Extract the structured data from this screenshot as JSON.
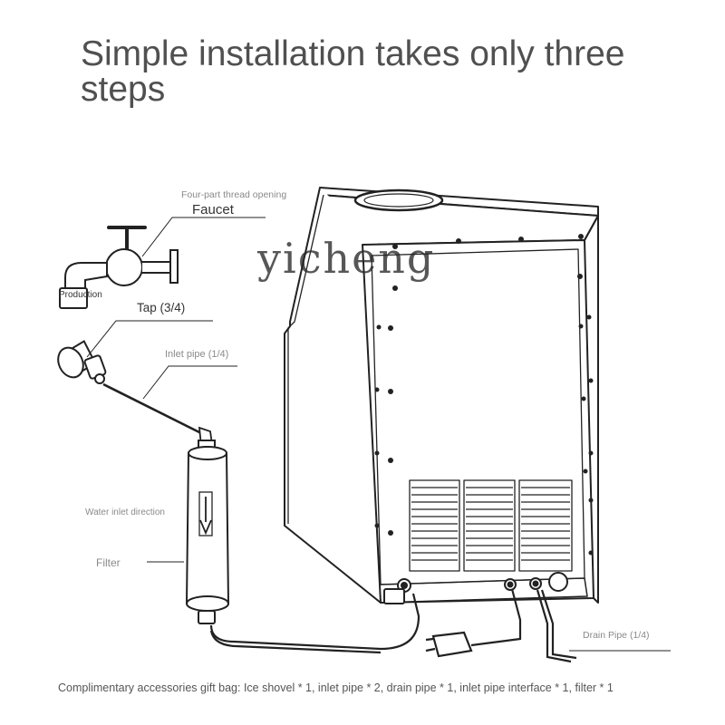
{
  "title": "Simple installation takes only three steps",
  "watermark": "yicheng",
  "labels": {
    "thread_opening": "Four-part thread opening",
    "faucet": "Faucet",
    "production": "Production",
    "tap": "Tap (3/4)",
    "inlet_pipe": "Inlet pipe (1/4)",
    "water_inlet_direction": "Water inlet direction",
    "filter": "Filter",
    "drain_pipe": "Drain Pipe (1/4)"
  },
  "footer": "Complimentary accessories gift bag: Ice shovel * 1, inlet pipe * 2, drain pipe * 1, inlet pipe interface * 1, filter * 1"
}
